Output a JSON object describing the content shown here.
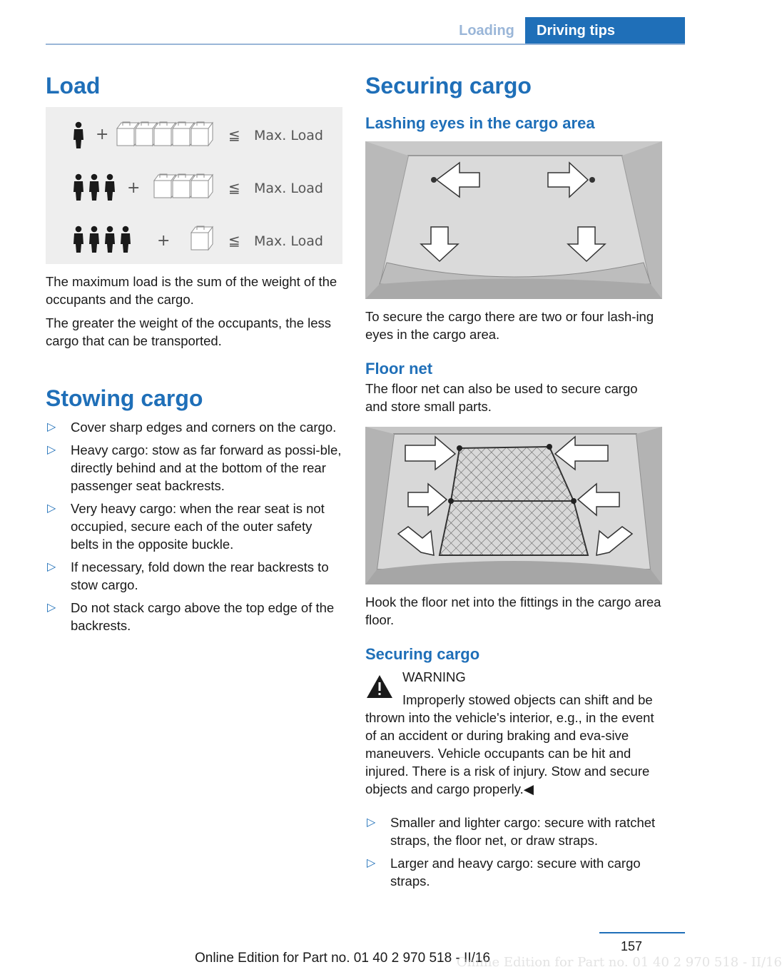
{
  "header": {
    "tab_loading": "Loading",
    "tab_driving_tips": "Driving tips"
  },
  "load": {
    "title": "Load",
    "figure": {
      "plus": "+",
      "leq": "≦",
      "max_load": "Max. Load"
    },
    "para1": "The maximum load is the sum of the weight of the occupants and the cargo.",
    "para2": "The greater the weight of the occupants, the less cargo that can be transported."
  },
  "stowing": {
    "title": "Stowing cargo",
    "bullet_mark": "▷",
    "items": [
      "Cover sharp edges and corners on the cargo.",
      "Heavy cargo: stow as far forward as possi‐ble, directly behind and at the bottom of the rear passenger seat backrests.",
      "Very heavy cargo: when the rear seat is not occupied, secure each of the outer safety belts in the opposite buckle.",
      "If necessary, fold down the rear backrests to stow cargo.",
      "Do not stack cargo above the top edge of the backrests."
    ]
  },
  "securing": {
    "title": "Securing cargo",
    "lashing_heading": "Lashing eyes in the cargo area",
    "lashing_text": "To secure the cargo there are two or four lash‐ing eyes in the cargo area.",
    "floor_net_heading": "Floor net",
    "floor_net_text": "The floor net can also be used to secure cargo and store small parts.",
    "hook_text": "Hook the floor net into the fittings in the cargo area floor.",
    "securing_heading": "Securing cargo",
    "warning_label": "WARNING",
    "warning_text": "Improperly stowed objects can shift and be thrown into the vehicle's interior, e.g., in the event of an accident or during braking and eva‐sive maneuvers. Vehicle occupants can be hit and injured. There is a risk of injury. Stow and secure objects and cargo properly.◀",
    "items": [
      "Smaller and lighter cargo: secure with ratchet straps, the floor net, or draw straps.",
      "Larger and heavy cargo: secure with cargo straps."
    ]
  },
  "footer": {
    "page_number": "157",
    "edition": "Online Edition for Part no. 01 40 2 970 518 - II/16",
    "watermark": "Online Edition for Part no. 01 40 2 970 518 - II/16"
  },
  "colors": {
    "accent": "#1f6fb8",
    "tab_inactive": "#9ab6d8"
  }
}
